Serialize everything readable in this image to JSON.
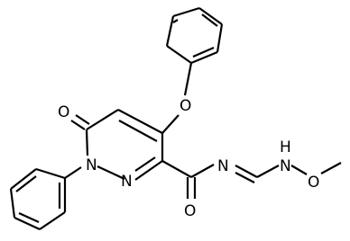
{
  "molecule": {
    "atoms": {
      "ring_oxo_o": "O",
      "phenoxy_o": "O",
      "ring_n1": "N",
      "ring_n2": "N",
      "amide_o": "O",
      "imine_n": "N",
      "amine_nh": "H",
      "amine_n": "N",
      "methoxy_o": "O"
    }
  },
  "colors": {
    "bond": "#000000",
    "text": "#000000",
    "background": "#ffffff"
  }
}
